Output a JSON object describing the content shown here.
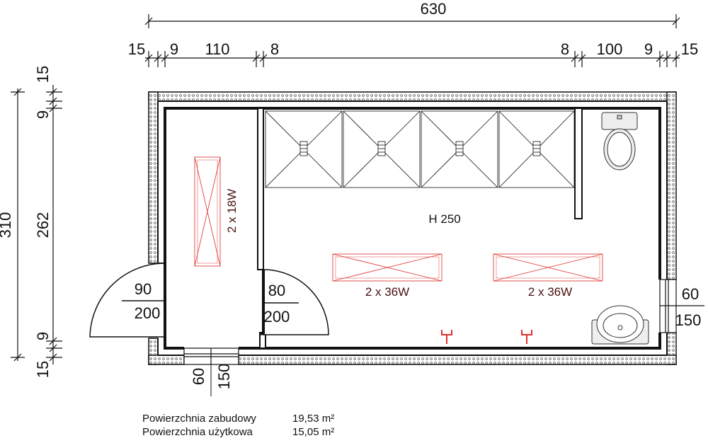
{
  "dimensions": {
    "top_total": "630",
    "top_parts": [
      "15",
      "9",
      "110",
      "8",
      "8",
      "100",
      "9",
      "15"
    ],
    "left_total": "310",
    "left_parts": [
      "15",
      "9",
      "262",
      "9",
      "15"
    ],
    "right_window": [
      "60",
      "150"
    ],
    "bottom_window": [
      "60",
      "150"
    ]
  },
  "doors": [
    {
      "width": "90",
      "height": "200"
    },
    {
      "width": "80",
      "height": "200"
    }
  ],
  "lamps": {
    "vertical_label": "2 x 18W",
    "horizontal_labels": [
      "2 x 36W",
      "2 x 36W"
    ]
  },
  "room_height": "H 250",
  "areas": [
    {
      "label": "Powierzchnia zabudowy",
      "value": "19,53 m²"
    },
    {
      "label": "Powierzchnia użytkowa",
      "value": "15,05 m²"
    }
  ]
}
